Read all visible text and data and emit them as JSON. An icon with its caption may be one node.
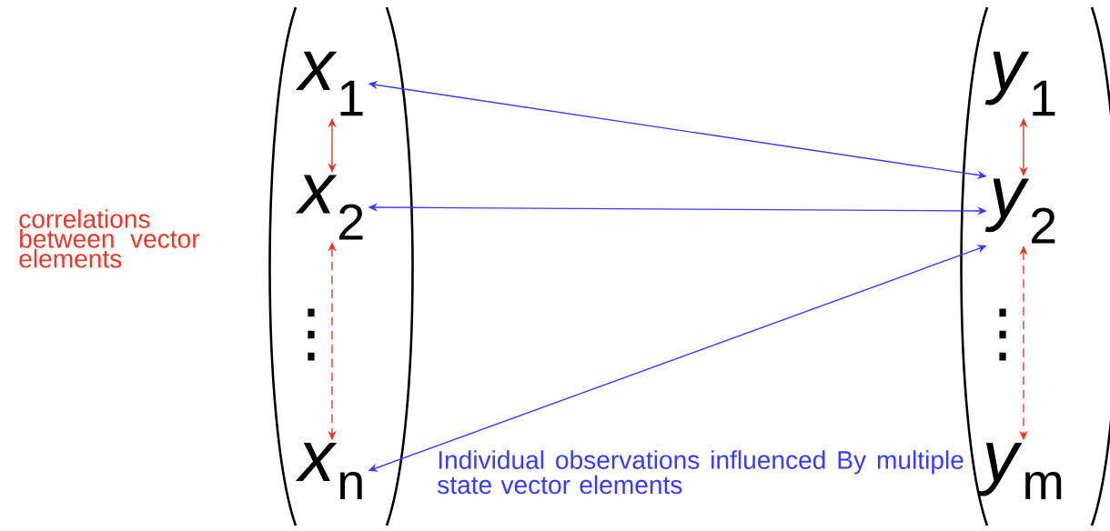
{
  "diagram": {
    "nodes": [
      {
        "text": [
          "*x*$_{1}$"
        ]
      },
      {
        "text": [
          "*x*$_{2}$"
        ]
      },
      {
        "text": [
          "*x*$_{n}$"
        ]
      },
      {
        "text": [
          "*y*$_{1}$"
        ]
      },
      {
        "text": [
          "*y*$_{2}$"
        ]
      },
      {
        "text": [
          "*y*$_{m}$"
        ]
      }
    ],
    "edges": [
      {
        "from": 0,
        "to": 1,
        "arrow": "both"
      },
      {
        "from": 1,
        "to": 2,
        "arrow": "both",
        "style": "dashed"
      },
      {
        "from": 3,
        "to": 4,
        "arrow": "both"
      },
      {
        "from": 4,
        "to": 5,
        "arrow": "both",
        "style": "dashed"
      },
      {
        "from": 0,
        "to": 4,
        "arrow": "both",
        "color": "#3b3bff"
      },
      {
        "from": 1,
        "to": 4,
        "arrow": "both",
        "color": "#3b3bff"
      },
      {
        "from": 2,
        "to": 4,
        "arrow": "both",
        "color": "#3b3bff"
      }
    ],
    "labels": [
      "correlations between vector elements",
      "⋮",
      "⋮",
      "Individual observations influenced By multiple state vector elements"
    ]
  }
}
